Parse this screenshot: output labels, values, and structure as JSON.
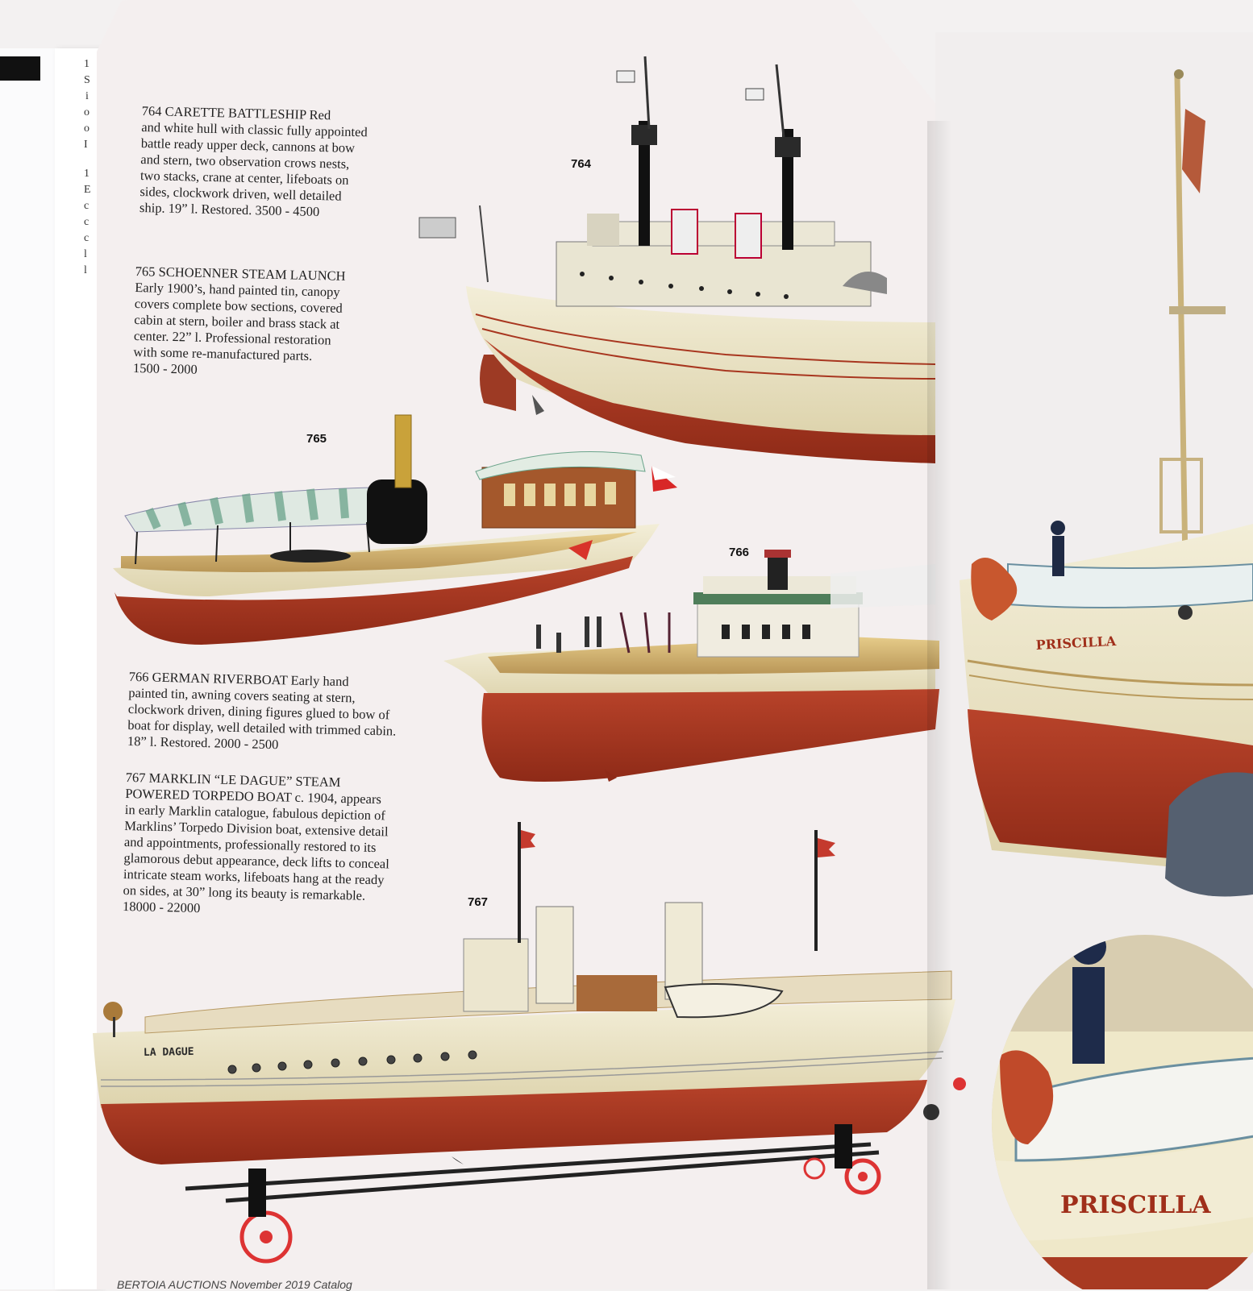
{
  "left_strip_chars": [
    "1",
    "S",
    "i",
    "o",
    "o",
    "I",
    "1",
    "E",
    "c",
    "c",
    "c",
    "l",
    "l"
  ],
  "lots": [
    {
      "number": "764",
      "text": "764   CARETTE BATTLESHIP  Red\nand white hull with classic fully appointed\nbattle ready upper deck, cannons at bow\nand stern,  two observation crows nests,\ntwo stacks, crane at  center, lifeboats on\nsides, clockwork driven,  well detailed\nship.  19” l.  Restored.  3500 - 4500"
    },
    {
      "number": "765",
      "text": "765    SCHOENNER STEAM LAUNCH\nEarly 1900’s, hand painted tin, canopy\ncovers  complete bow sections, covered\ncabin at stern,  boiler and brass stack at\ncenter.  22” l.  Professional restoration\nwith some re-manufactured  parts.\n1500 - 2000"
    },
    {
      "number": "766",
      "text": "766    GERMAN RIVERBOAT  Early hand\npainted tin, awning covers seating at  stern,\nclockwork driven, dining figures glued to  bow of\nboat for display, well detailed with  trimmed cabin.\n18” l.  Restored.  2000 - 2500"
    },
    {
      "number": "767",
      "text": "767    MARKLIN “LE DAGUE” STEAM\nPOWERED TORPEDO BOAT  c. 1904, appears\nin early Marklin catalogue,  fabulous depiction of\nMarklins’ Torpedo Division  boat, extensive detail\nand appointments,  professionally restored to its\nglamorous debut  appearance, deck lifts to conceal\nintricate steam works, lifeboats hang at the ready\non sides, at  30” long its beauty is remarkable.\n18000 - 22000"
    }
  ],
  "photo_labels": {
    "l764": "764",
    "l765": "765",
    "l766": "766",
    "l767": "767"
  },
  "hull_names": {
    "la_dague": "LA DAGUE",
    "priscilla_top": "PRISCILLA",
    "priscilla_bottom": "PRISCILLA"
  },
  "footer": "BERTOIA AUCTIONS  November 2019  Catalog",
  "colors": {
    "hull_red": "#a8361f",
    "hull_cream": "#ece6c8",
    "page": "#f4efef"
  }
}
